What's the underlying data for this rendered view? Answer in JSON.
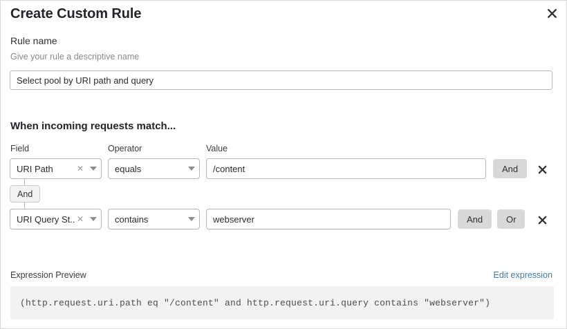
{
  "dialog": {
    "title": "Create Custom Rule",
    "close_icon": "close-icon"
  },
  "rule_name": {
    "label": "Rule name",
    "help": "Give your rule a descriptive name",
    "value": "Select pool by URI path and query",
    "placeholder": ""
  },
  "match_section": {
    "title": "When incoming requests match...",
    "columns": {
      "field": "Field",
      "operator": "Operator",
      "value": "Value"
    },
    "connector": {
      "label": "And"
    },
    "rows": [
      {
        "field": "URI Path",
        "operator": "equals",
        "value": "/content",
        "clear_icon": "clear-x-icon",
        "caret_icon": "chevron-down-icon",
        "logic_buttons": [
          "And"
        ],
        "delete_icon": "delete-x-icon"
      },
      {
        "field": "URI Query St...",
        "operator": "contains",
        "value": "webserver",
        "clear_icon": "clear-x-icon",
        "caret_icon": "chevron-down-icon",
        "logic_buttons": [
          "And",
          "Or"
        ],
        "delete_icon": "delete-x-icon"
      }
    ]
  },
  "expression": {
    "label": "Expression Preview",
    "edit_link": "Edit expression",
    "code": "(http.request.uri.path eq \"/content\" and http.request.uri.query contains \"webserver\")"
  },
  "colors": {
    "link": "#3d7ea6",
    "logic_button_bg": "#d8d8d8",
    "expr_box_bg": "#f2f2f2",
    "border": "#b6b6b6"
  }
}
